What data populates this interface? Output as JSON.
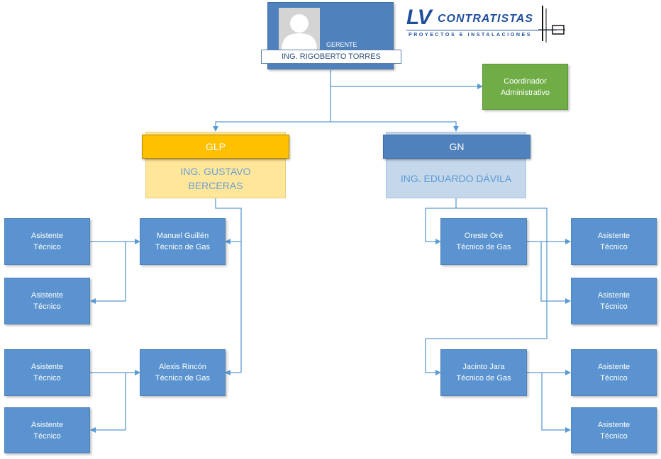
{
  "manager": {
    "role": "GERENTE",
    "name": "ING. RIGOBERTO TORRES"
  },
  "logo": {
    "brand": "LV CONTRATISTAS",
    "tagline": "PROYECTOS E INSTALACIONES"
  },
  "coordinator": {
    "line1": "Coordinador",
    "line2": "Administrativo"
  },
  "glp": {
    "title": "GLP",
    "name_line1": "ING. GUSTAVO",
    "name_line2": "BERCERAS"
  },
  "gn": {
    "title": "GN",
    "name": "ING. EDUARDO DÁVILA"
  },
  "technicians": {
    "manuel": {
      "name": "Manuel Guillén",
      "role": "Técnico de Gas"
    },
    "alexis": {
      "name": "Alexis Rincón",
      "role": "Técnico de Gas"
    },
    "oreste": {
      "name": "Oreste Oré",
      "role": "Técnico de Gas"
    },
    "jacinto": {
      "name": "Jacinto Jara",
      "role": "Técnico de Gas"
    }
  },
  "assistant": {
    "line1": "Asistente",
    "line2": "Técnico"
  },
  "colors": {
    "box_blue": "#5a93cf",
    "connector": "#5b9bd5",
    "glp_header": "#ffc000",
    "glp_body": "#ffe699",
    "gn_header": "#4f81bd",
    "gn_body": "#c5d7ea",
    "coordinator": "#70ad47",
    "logo_blue": "#1f4e9c"
  }
}
